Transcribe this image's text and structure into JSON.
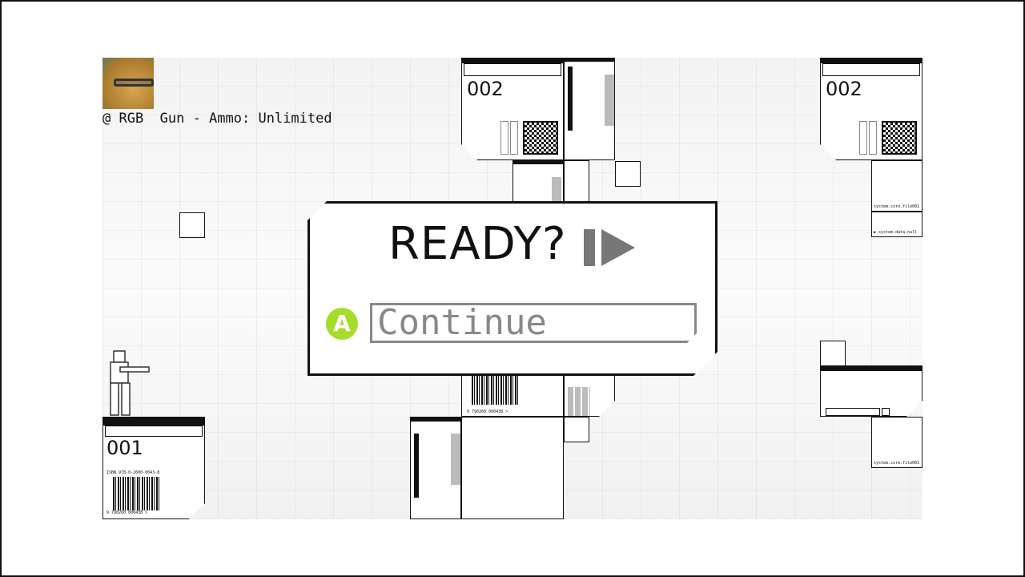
{
  "hud": {
    "weapon_text": "@ RGB  Gun - Ammo: Unlimited"
  },
  "dialog": {
    "title": "READY?",
    "button_glyph": "A",
    "continue_label": "Continue",
    "accent": "#a6dc2a"
  },
  "cards": {
    "top_center_id": "002",
    "top_right_id": "002",
    "bottom_left_id": "001"
  },
  "labels": {
    "file": "system.core.file001",
    "null": "system.data.null",
    "isbn": "ISBN 978-0-2600-0043-8",
    "barcode_number": "9 790260 000438 >"
  }
}
